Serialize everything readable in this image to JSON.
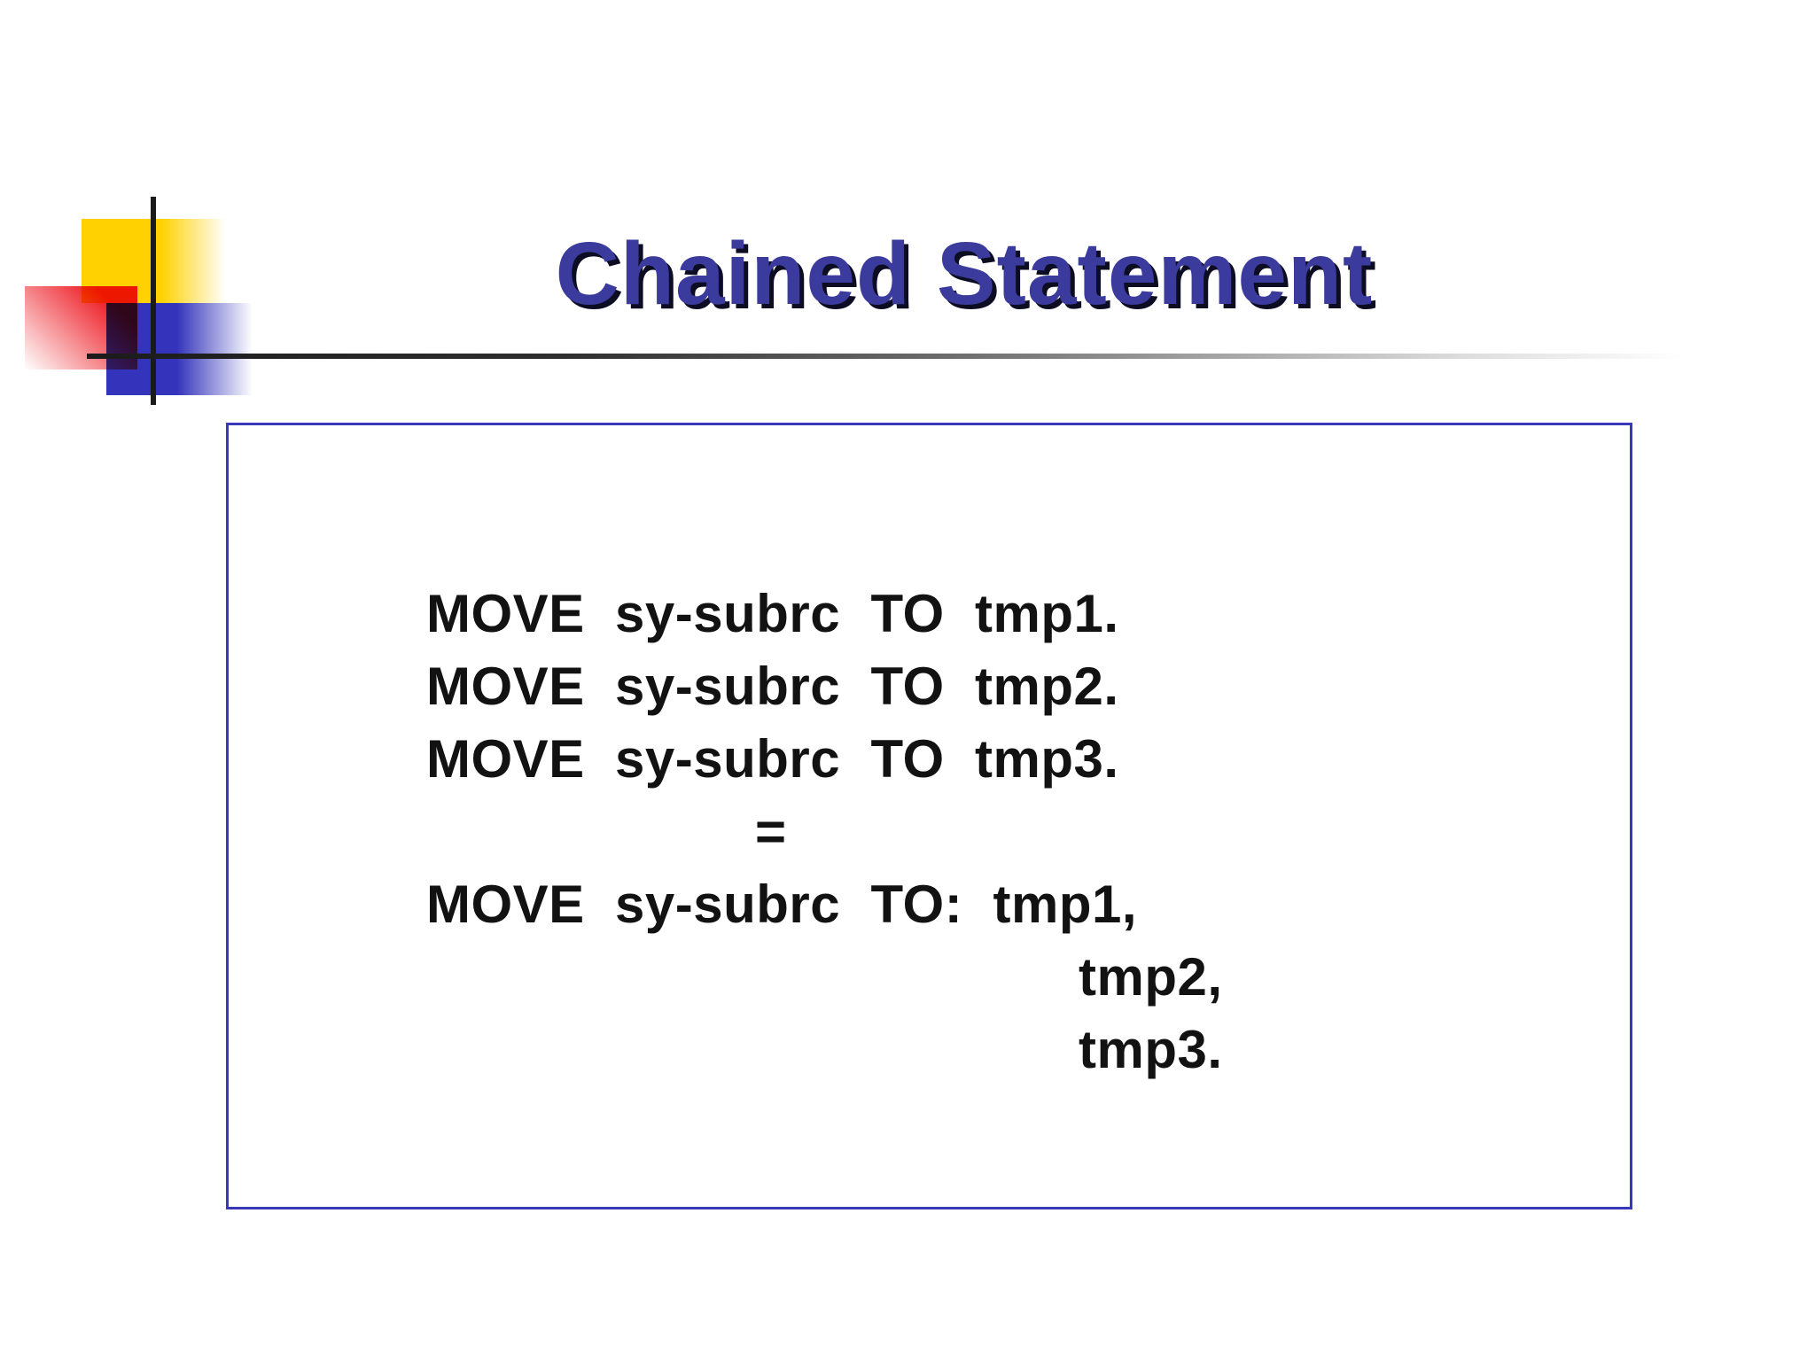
{
  "slide": {
    "title": "Chained Statement",
    "code_box": {
      "lines": [
        "MOVE  sy-subrc  TO  tmp1.",
        "MOVE  sy-subrc  TO  tmp2.",
        "MOVE  sy-subrc  TO  tmp3.",
        "=",
        "MOVE  sy-subrc  TO:  tmp1,",
        "tmp2,",
        "tmp3."
      ]
    },
    "colors": {
      "title": "#3b3b9d",
      "title_shadow": "#0c0c22",
      "box_border": "#3838b8",
      "code_text": "#121212",
      "logo_yellow": "#ffd100",
      "logo_red": "#ed1c24",
      "logo_blue": "#3333bb",
      "rule_dark": "#1b1b1b"
    }
  }
}
